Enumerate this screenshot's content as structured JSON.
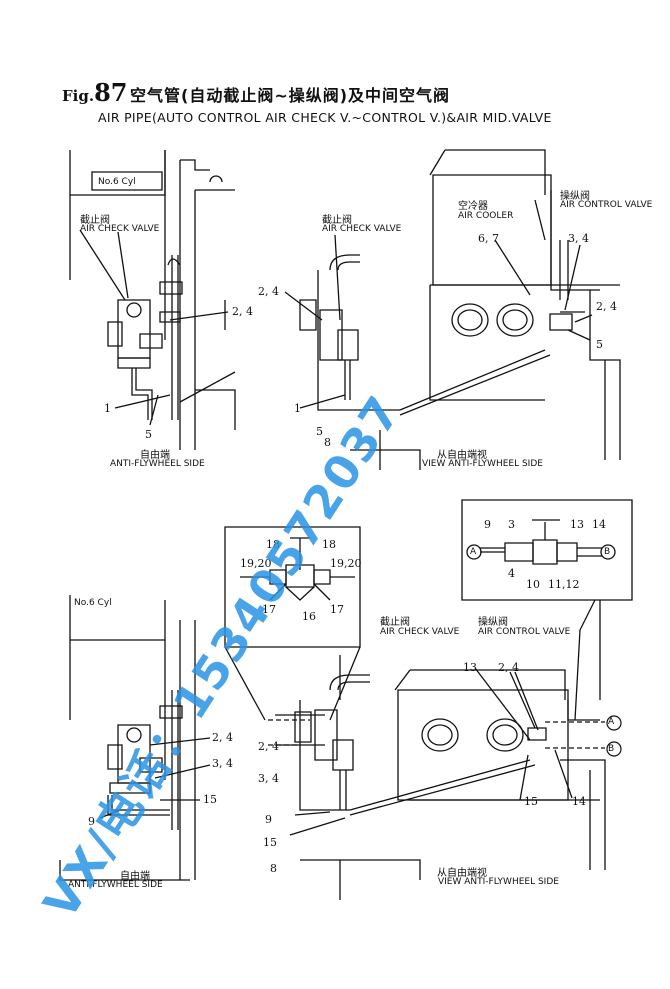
{
  "title": {
    "fig_prefix": "Fig.",
    "fig_number": "87",
    "chinese": "空气管(自动截止阀~操纵阀)及中间空气阀",
    "english": "AIR PIPE(AUTO CONTROL AIR CHECK V.~CONTROL V.)&AIR MID.VALVE"
  },
  "labels": {
    "cyl_top": "No.6 Cyl",
    "cyl_bottom": "No.6 Cyl",
    "check_valve_cn_1": "截止阀",
    "check_valve_en_1": "AIR CHECK VALVE",
    "check_valve_cn_2": "截止阀",
    "check_valve_en_2": "AIR CHECK VALVE",
    "check_valve_cn_3": "截止阀",
    "check_valve_en_3": "AIR CHECK VALVE",
    "cooler_cn": "空冷器",
    "cooler_en": "AIR COOLER",
    "control_valve_cn_1": "操纵阀",
    "control_valve_en_1": "AIR CONTROL VALVE",
    "control_valve_cn_2": "操纵阀",
    "control_valve_en_2": "AIR CONTROL VALVE",
    "side_cn_1": "自由端",
    "side_en_1": "ANTI-FLYWHEEL SIDE",
    "side_cn_2": "自由端",
    "side_en_2": "ANTI-FLYWHEEL SIDE",
    "view_cn_1": "从自由端视",
    "view_en_1": "VIEW ANTI-FLYWHEEL SIDE",
    "view_cn_2": "从自由端视",
    "view_en_2": "VIEW ANTI-FLYWHEEL SIDE",
    "circle_a": "A",
    "circle_b": "B",
    "circle_a2": "A",
    "circle_b2": "B"
  },
  "part_numbers": {
    "p_24_a": "2, 4",
    "p_1_a": "1",
    "p_5_a": "5",
    "p_24_b": "2, 4",
    "p_1_b": "1",
    "p_5_b": "5",
    "p_8_b": "8",
    "p_67": "6, 7",
    "p_34_a": "3, 4",
    "p_24_c": "2, 4",
    "p_5_c": "5",
    "p_9_d": "9",
    "p_3_d": "3",
    "p_13_d": "13",
    "p_14_d": "14",
    "p_4_d": "4",
    "p_10_d": "10",
    "p_1112_d": "11,12",
    "p_18_a": "18",
    "p_18_b": "18",
    "p_1920_a": "19,20",
    "p_1920_b": "19,20",
    "p_17_a": "17",
    "p_16": "16",
    "p_17_b": "17",
    "p_24_e": "2, 4",
    "p_34_e": "3, 4",
    "p_15_e": "15",
    "p_9_e": "9",
    "p_24_f": "2, 4",
    "p_34_f": "3, 4",
    "p_9_f": "9",
    "p_15_f": "15",
    "p_8_f": "8",
    "p_13_g": "13",
    "p_24_g": "2, 4",
    "p_15_g": "15",
    "p_14_g": "14"
  },
  "watermark": "VX/电话：15340572037",
  "colors": {
    "watermark": "#2a93e6",
    "ink": "#111111"
  }
}
